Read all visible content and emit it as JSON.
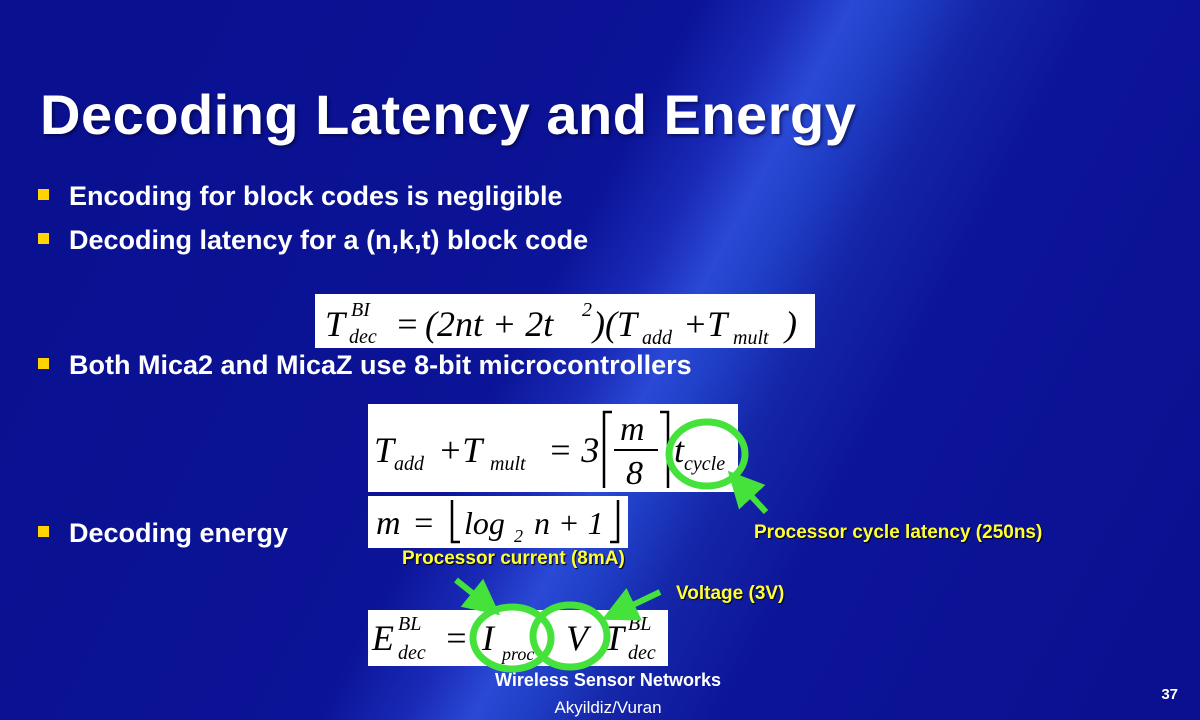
{
  "slide": {
    "title": "Decoding Latency and Energy",
    "bullets": [
      "Encoding for block codes is negligible",
      "Decoding latency for a (n,k,t) block code",
      "Both Mica2 and MicaZ use 8-bit microcontrollers",
      "Decoding energy"
    ],
    "equations": {
      "latency": {
        "lhs": "T",
        "lhs_sup": "BI",
        "lhs_sub": "dec",
        "eq": "=",
        "term": "(2nt + 2t",
        "term_sup": "2",
        "term_close": ")(T",
        "sub_add": "add",
        "plus": "+T",
        "sub_mult": "mult",
        "close": ")"
      },
      "ops": {
        "t1": "T",
        "t1_sub": "add",
        "plus": "+T",
        "t2_sub": "mult",
        "eq": "= 3",
        "num": "m",
        "den": "8",
        "tc": "t",
        "tc_sub": "cycle"
      },
      "m": {
        "lhs": "m",
        "eq": "=",
        "log": "log",
        "log_sub": "2",
        "rest": "n + 1"
      },
      "energy": {
        "lhs": "E",
        "lhs_sup": "BL",
        "lhs_sub": "dec",
        "eq": "=",
        "i": "I",
        "i_sub": "proc",
        "v": "V",
        "t": "T",
        "t_sup": "BL",
        "t_sub": "dec"
      }
    },
    "annotations": {
      "cycle": "Processor cycle latency (250ns)",
      "current": "Processor current (8mA)",
      "voltage": "Voltage (3V)"
    },
    "footer": {
      "title": "Wireless Sensor Networks",
      "authors": "Akyildiz/Vuran",
      "page": "37"
    },
    "colors": {
      "background": "#0a108f",
      "bullet": "#ffd400",
      "annotation": "#ffff33",
      "highlight": "#44e23a",
      "equation_box": "#ffffff"
    }
  }
}
